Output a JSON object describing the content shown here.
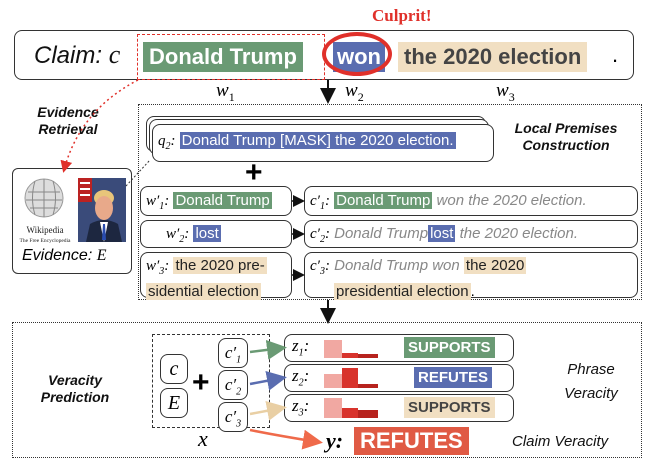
{
  "culprit_label": "Culprit!",
  "claim": {
    "prefix": "Claim:",
    "var": "c",
    "tokens": [
      "Donald Trump",
      "won",
      "the 2020 election"
    ],
    "end": ".",
    "word_labels": [
      "w",
      "w",
      "w"
    ],
    "word_subs": [
      "1",
      "2",
      "3"
    ]
  },
  "evidence_retrieval_label": [
    "Evidence",
    "Retrieval"
  ],
  "local_premises_label": [
    "Local Premises",
    "Construction"
  ],
  "wiki": {
    "title": "Wikipedia",
    "subtitle": "The Free Encyclopedia"
  },
  "evidence_label": "Evidence:",
  "evidence_var": "E",
  "question": {
    "var": "q",
    "sub": "2",
    "text": "Donald Trump [MASK] the 2020 election."
  },
  "plus": "+",
  "answers": [
    {
      "var": "w",
      "sub": "1",
      "text": "Donald Trump"
    },
    {
      "var": "w",
      "sub": "2",
      "text": "lost"
    },
    {
      "var": "w",
      "sub": "3",
      "text_l1": "the 2020 pre-",
      "text_l2": "sidential election"
    }
  ],
  "premises": [
    {
      "var": "c",
      "sub": "1",
      "hl": "Donald Trump",
      "rest": "won the 2020 election."
    },
    {
      "var": "c",
      "sub": "2",
      "pre": "Donald Trump",
      "hl": "lost",
      "rest": "the 2020 election."
    },
    {
      "var": "c",
      "sub": "3",
      "pre": "Donald Trump won",
      "hl_l1": "the 2020",
      "hl_l2": "presidential election",
      "end": "."
    }
  ],
  "veracity_label": [
    "Veracity",
    "Prediction"
  ],
  "inputs": {
    "c": "c",
    "E": "E",
    "x": "x"
  },
  "phrases": [
    {
      "var": "z",
      "sub": "1",
      "label": "SUPPORTS",
      "color": "#6a9a74"
    },
    {
      "var": "z",
      "sub": "2",
      "label": "REFUTES",
      "color": "#5a6db0"
    },
    {
      "var": "z",
      "sub": "3",
      "label": "SUPPORTS",
      "color": "#c9a877"
    }
  ],
  "phrase_veracity_label": [
    "Phrase",
    "Veracity"
  ],
  "final": {
    "var": "y:",
    "label": "REFUTES",
    "color": "#e05a44"
  },
  "claim_veracity_label": "Claim Veracity",
  "colors": {
    "green": "#6a9a74",
    "blue": "#5a6db0",
    "tan": "#f1dfc2",
    "red": "#e0302a"
  }
}
